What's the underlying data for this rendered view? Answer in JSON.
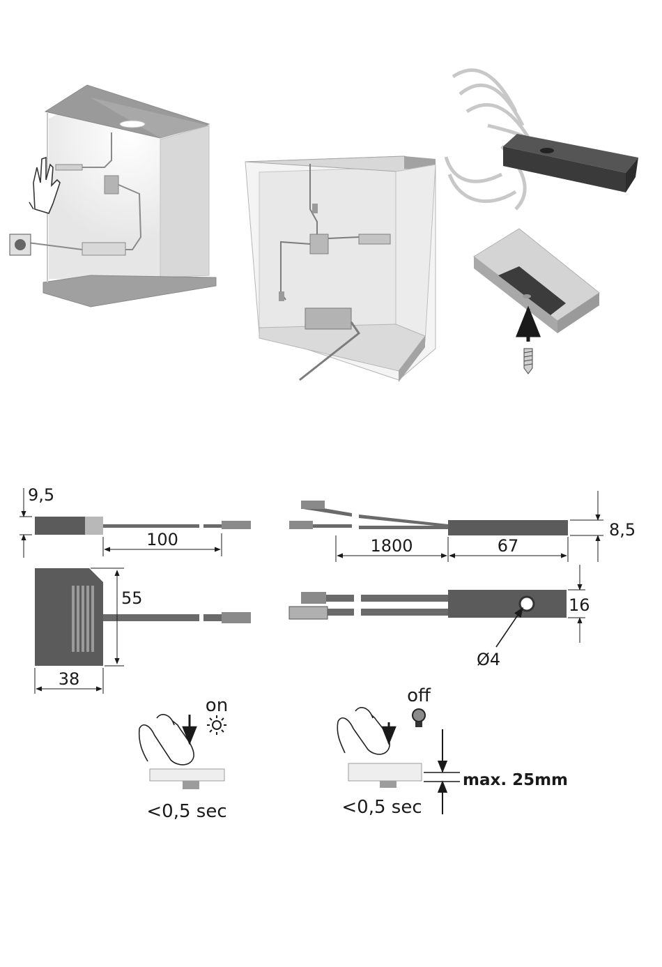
{
  "colors": {
    "device_dark": "#5b5b5b",
    "device_light": "#b8b8b8",
    "cable": "#6a6a6a",
    "panel_grey": "#9c9c9c",
    "panel_light": "#eeeeee",
    "line": "#1a1a1a"
  },
  "icons": [
    "hand-icon",
    "wall-socket-icon",
    "sun-icon",
    "led-bulb-icon",
    "finger-icon",
    "screw-icon",
    "arrow-up-icon",
    "sensor-waves-icon"
  ],
  "dimensions": {
    "converter_height": "9,5",
    "converter_cable_length": "100",
    "sensor_cable_length": "1800",
    "sensor_length": "67",
    "sensor_height": "8,5",
    "converter_width": "55",
    "converter_depth": "38",
    "sensor_width": "16",
    "hole_diameter": "Ø4"
  },
  "operation": {
    "on_label": "on",
    "off_label": "off",
    "on_time": "<0,5 sec",
    "off_time": "<0,5 sec",
    "max_distance": "max. 25mm"
  }
}
